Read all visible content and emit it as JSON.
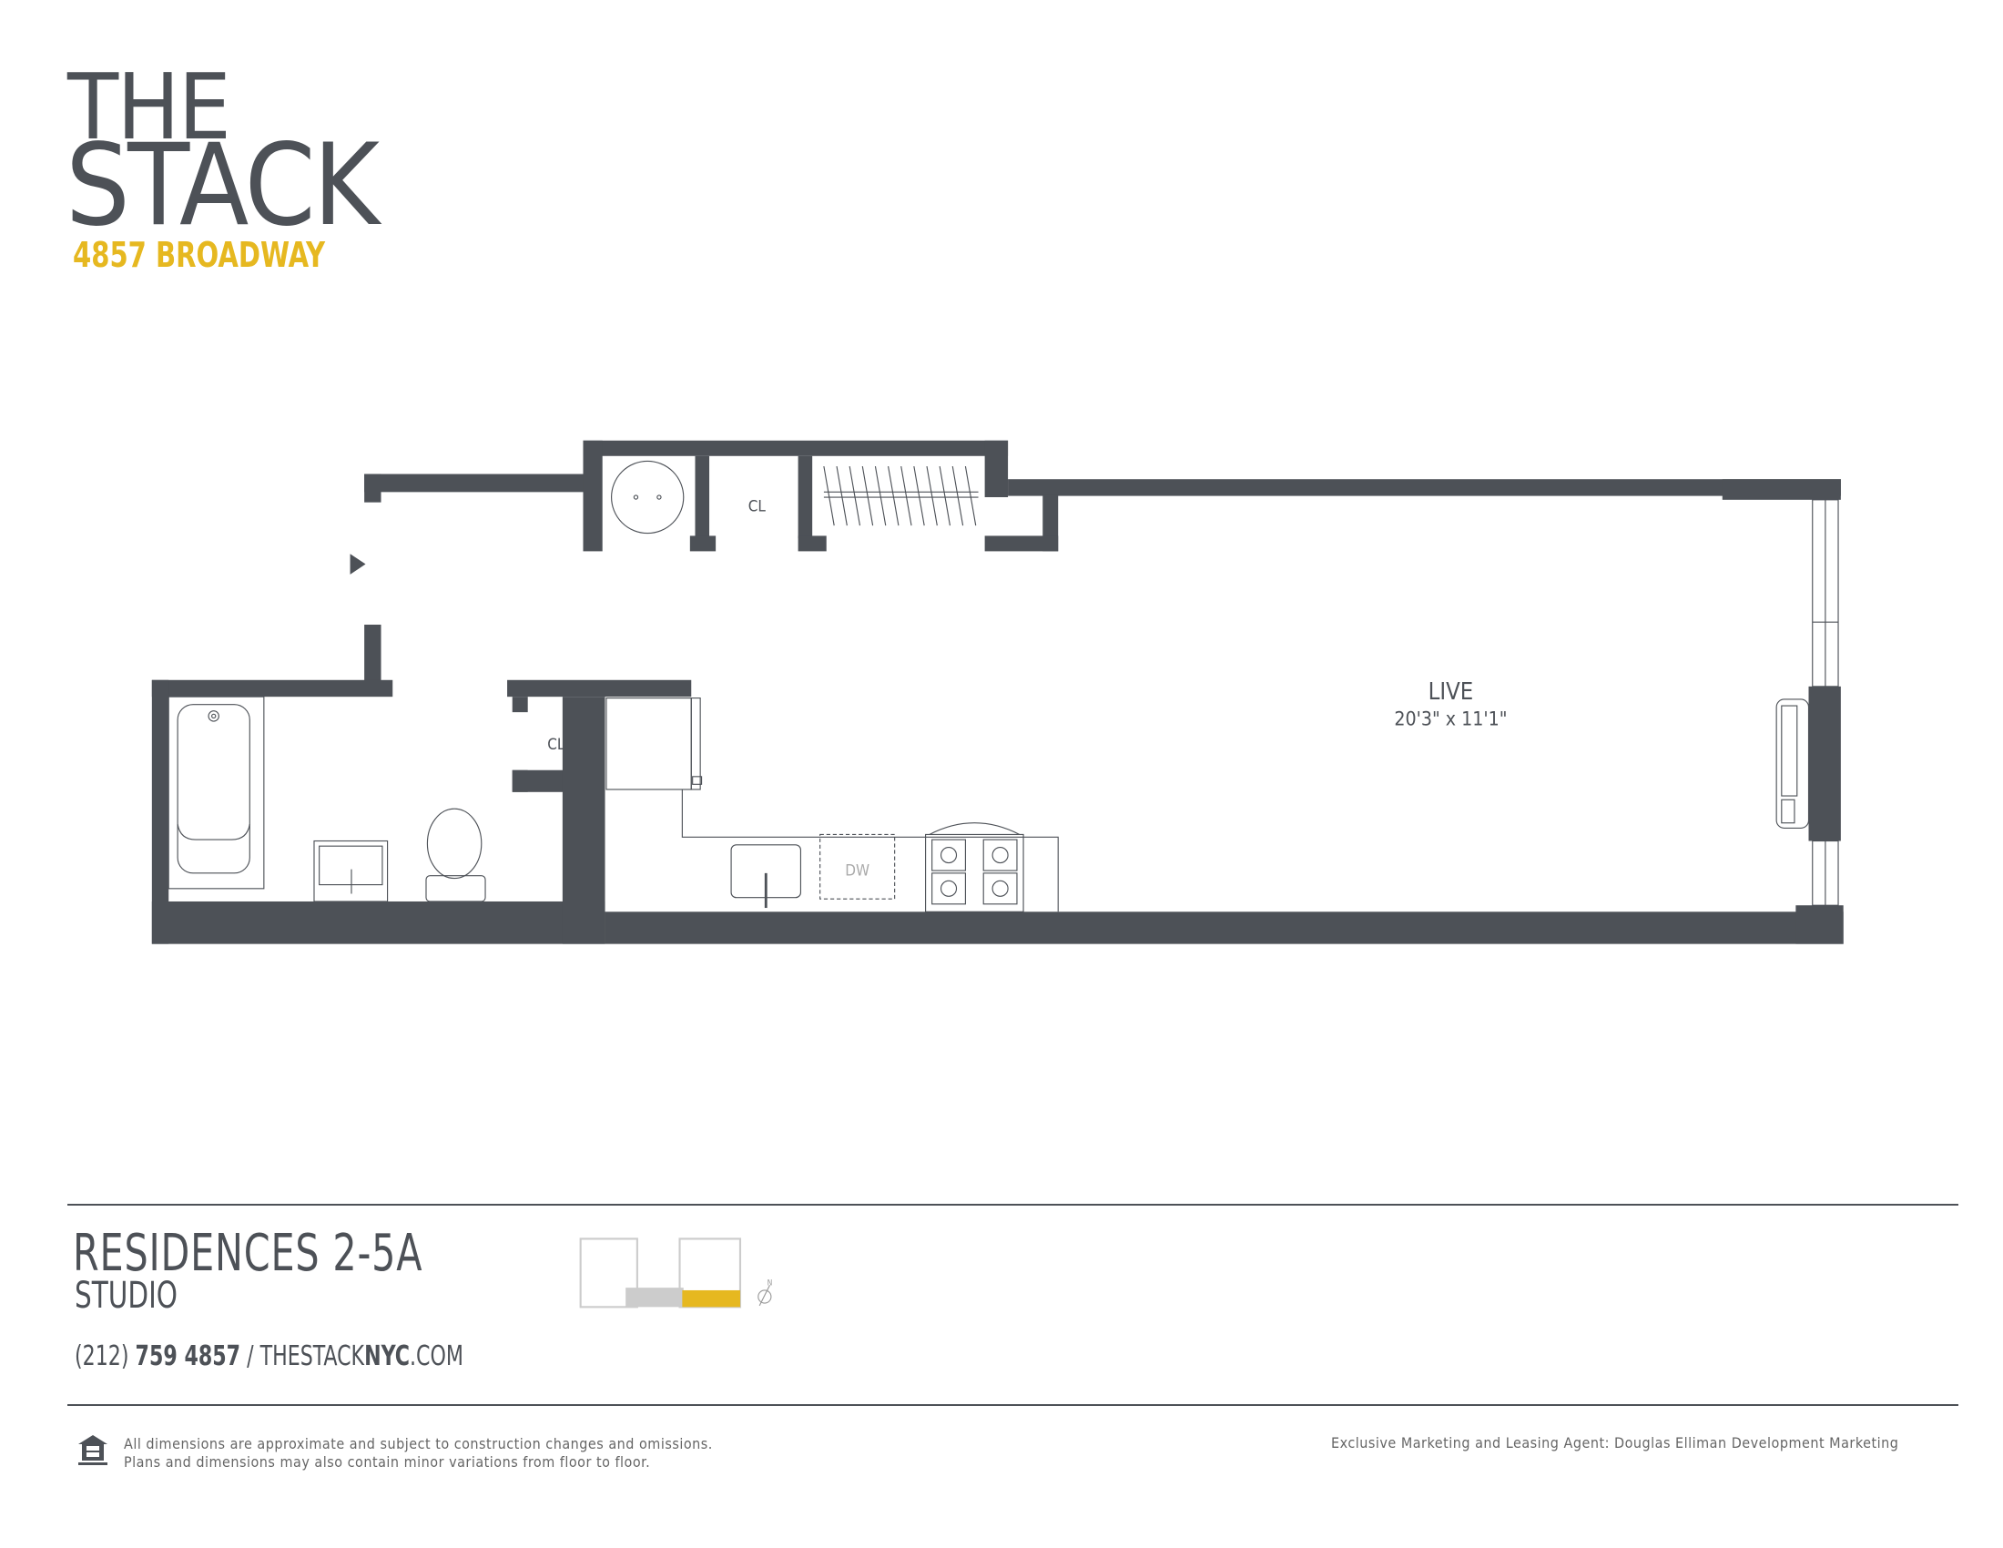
{
  "brand": {
    "line1": "THE",
    "line2": "STACK",
    "address": "4857 BROADWAY",
    "accent_color": "#e6b820",
    "text_color": "#4d5157"
  },
  "plan": {
    "room_labels": {
      "closet_top": "CL",
      "closet_bath": "CL",
      "dishwasher": "DW",
      "live": "LIVE",
      "live_dims": "20'3\" x 11'1\""
    },
    "key_map": {
      "north_label": "N",
      "highlight_color": "#e6b820",
      "neighbor_color": "#cccccc"
    }
  },
  "unit": {
    "title": "RESIDENCES 2-5A",
    "type": "STUDIO"
  },
  "contact": {
    "area_code": "(212)",
    "phone": "759 4857",
    "separator": "/",
    "web_prefix": "THESTACK",
    "web_bold": "NYC",
    "web_suffix": ".COM"
  },
  "footer": {
    "disclaimer_line1": "All dimensions are approximate and subject to construction changes and omissions.",
    "disclaimer_line2": "Plans and dimensions may also contain minor variations from floor to floor.",
    "agent": "Exclusive Marketing and Leasing Agent: Douglas Elliman Development Marketing",
    "equal_housing_icon": "equal-housing-icon"
  }
}
